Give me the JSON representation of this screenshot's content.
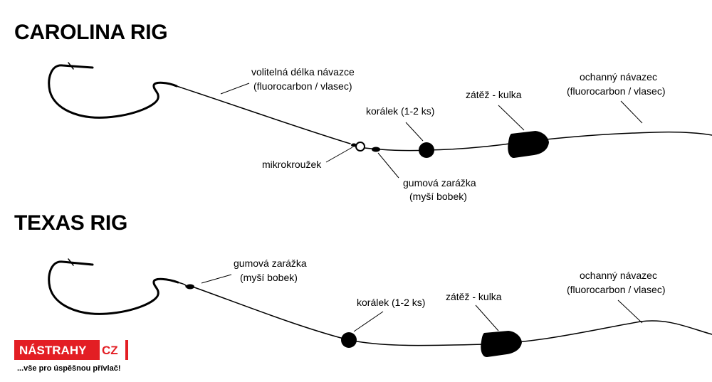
{
  "carolina": {
    "title": "CAROLINA RIG",
    "leader_label_1": "volitelná délka návazce",
    "leader_label_2": "(fluorocarbon / vlasec)",
    "bead_label": "korálek (1-2 ks)",
    "weight_label": "zátěž - kulka",
    "main_line_label_1": "ochanný návazec",
    "main_line_label_2": "(fluorocarbon / vlasec)",
    "swivel_label": "mikrokroužek",
    "stopper_label_1": "gumová zarážka",
    "stopper_label_2": "(myší bobek)"
  },
  "texas": {
    "title": "TEXAS RIG",
    "stopper_label_1": "gumová zarážka",
    "stopper_label_2": "(myší bobek)",
    "bead_label": "korálek (1-2 ks)",
    "weight_label": "zátěž - kulka",
    "main_line_label_1": "ochanný návazec",
    "main_line_label_2": "(fluorocarbon / vlasec)"
  },
  "logo": {
    "brand": "NÁSTRAHY",
    "suffix": "CZ",
    "slogan": "...vše pro úspěšnou přívlač!",
    "brand_color": "#e31e24"
  }
}
